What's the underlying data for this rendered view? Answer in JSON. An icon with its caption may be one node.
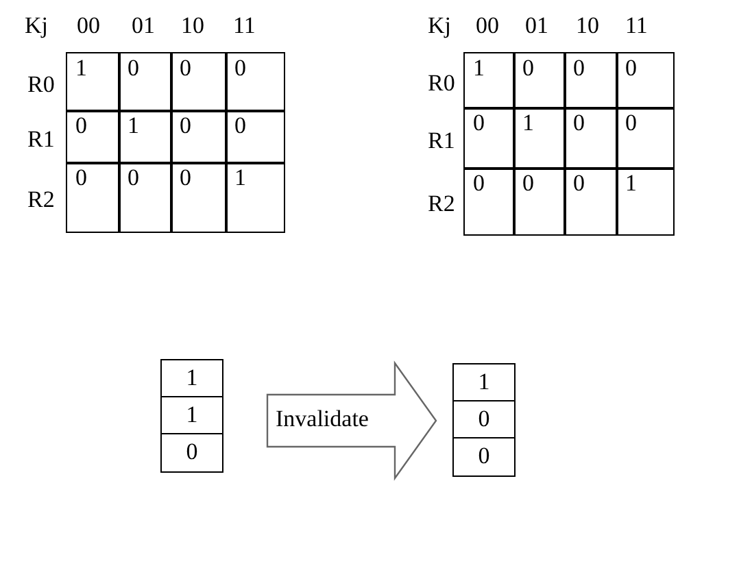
{
  "diagram": {
    "nodes": [
      {
        "text": [
          "1",
          "1",
          "0"
        ]
      },
      {
        "text": [
          "1",
          "0",
          "0"
        ]
      }
    ],
    "edges": [
      {
        "from": 0,
        "to": 1,
        "arrow": "to",
        "label": "Invalidate"
      }
    ],
    "labels": [
      "Kj",
      "00",
      "01",
      "10",
      "11",
      "R0",
      "1",
      "0",
      "0",
      "0",
      "R1",
      "0",
      "1",
      "0",
      "0",
      "R2",
      "0",
      "0",
      "0",
      "1",
      "Kj",
      "00",
      "01",
      "10",
      "11",
      "R0",
      "1",
      "0",
      "0",
      "0",
      "R1",
      "0",
      "1",
      "0",
      "0",
      "R2",
      "0",
      "0",
      "0",
      "1"
    ]
  }
}
